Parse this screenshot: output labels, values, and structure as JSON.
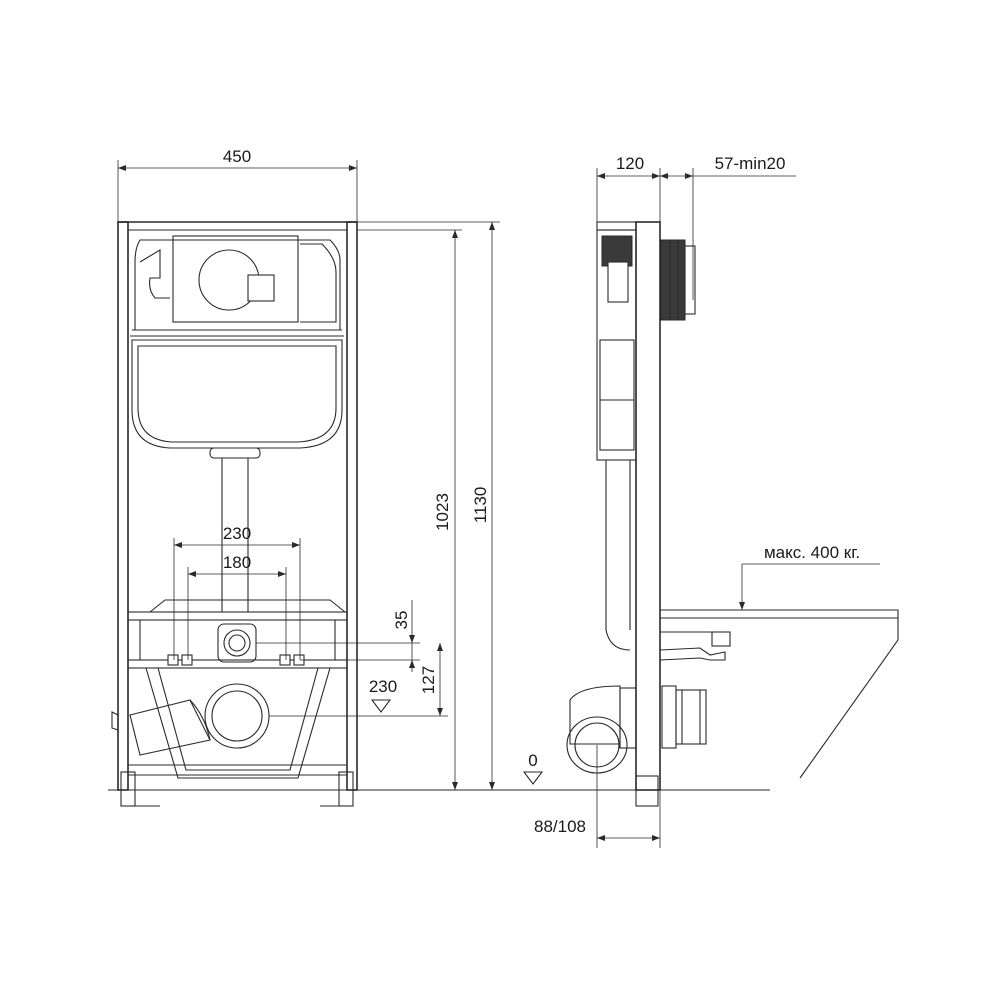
{
  "front_view": {
    "width_label": "450",
    "height_1023_label": "1023",
    "height_1130_label": "1130",
    "spacing_230_label": "230",
    "spacing_180_label": "180",
    "offset_35_label": "35",
    "offset_127_label": "127",
    "outlet_level_label": "230",
    "floor_level_label": "0"
  },
  "side_view": {
    "depth_120_label": "120",
    "wall_57_label": "57-min20",
    "load_label": "макс. 400 кг.",
    "drain_label": "88/108"
  }
}
